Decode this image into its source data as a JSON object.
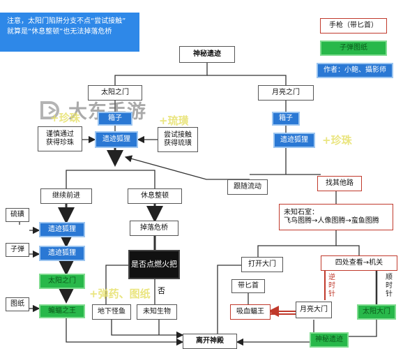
{
  "note": {
    "line1": "注意，太阳门陷阱分支不点“尝试接触”",
    "line2": "就算是“休息整顿”也无法掉落危桥"
  },
  "legend": {
    "items": [
      {
        "label": "手枪（带匕首）"
      },
      {
        "label": "子弹图纸"
      },
      {
        "label": "作者：小鲍、攝影师"
      }
    ]
  },
  "watermark": {
    "brand": "大东手游"
  },
  "nodes": {
    "title": "神秘遗迹",
    "sun_gate": "太阳之门",
    "moon_gate": "月亮之门",
    "box_left": "箱子",
    "box_right": "箱子",
    "careful": "谨慎通过\n获得珍珠",
    "relic_left": "遗迹狐狸",
    "relic_right": "遗迹狐狸",
    "try_touch": "尝试接触\n获得琉璜",
    "follow": "跟随流动",
    "other_path": "找其他路",
    "continue": "继续前进",
    "rest": "休息整顿",
    "unknown_room": "未知石室：\n飞鸟图腾→人像图腾→蛮鱼图腾",
    "relic_a": "遗迹狐狸",
    "relic_b": "遗迹狐狸",
    "sun_gate_green": "太阳之门",
    "final_green": "蝙蝠之王",
    "drop_bridge": "掉落危桥",
    "light_fire": "是否点燃火把",
    "underground": "地下怪鱼",
    "unknown_creature": "未知生物",
    "open_door": "打开大门",
    "look_around": "四处查看→机关",
    "dagger": "带匕首",
    "vampire": "吸血蝠王",
    "moon_door": "月亮大门",
    "sun_door_green": "太阳大门",
    "leave": "离开神殿",
    "exit_green": "神秘遗迹"
  },
  "labels": {
    "sulfur": "硫磺",
    "bullet": "子弹",
    "drawing": "图纸",
    "no": "否",
    "ccw": "逆时针",
    "cw": "顺时针"
  },
  "overlays": {
    "pearl": "+珍珠",
    "sulfur": "+琉璜",
    "pearl2": "+珍珠",
    "bullet_drawing": "+弹药、图纸"
  }
}
